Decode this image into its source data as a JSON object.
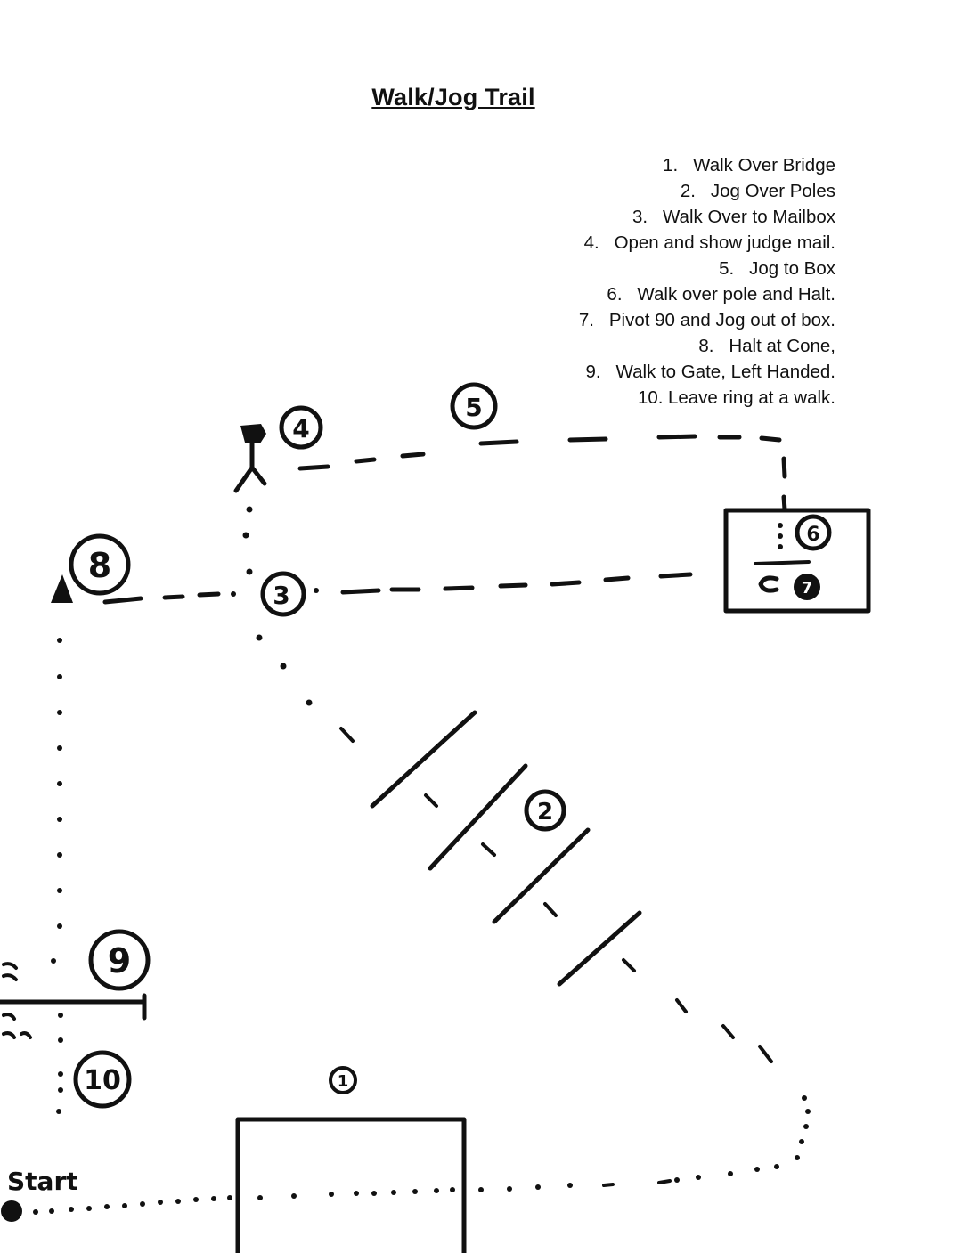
{
  "title": "Walk/Jog Trail",
  "steps": [
    {
      "n": "1.",
      "text": "Walk Over Bridge"
    },
    {
      "n": "2.",
      "text": "Jog Over Poles"
    },
    {
      "n": "3.",
      "text": "Walk Over to Mailbox"
    },
    {
      "n": "4.",
      "text": "Open and show judge mail."
    },
    {
      "n": "5.",
      "text": "Jog to Box"
    },
    {
      "n": "6.",
      "text": "Walk over pole and Halt."
    },
    {
      "n": "7.",
      "text": "Pivot 90 and Jog out of box."
    },
    {
      "n": "8.",
      "text": "Halt at Cone,"
    },
    {
      "n": "9.",
      "text": "Walk to Gate, Left Handed."
    },
    {
      "n": "10.",
      "text": "Leave ring at a walk."
    }
  ],
  "diagram": {
    "start_label": "Start",
    "markers": [
      "1",
      "2",
      "3",
      "4",
      "5",
      "6",
      "7",
      "8",
      "9",
      "10"
    ],
    "icons": [
      "mailbox-icon",
      "cone-icon",
      "gate-icon",
      "bridge-rectangle",
      "box-rectangle",
      "pole-icon"
    ]
  }
}
